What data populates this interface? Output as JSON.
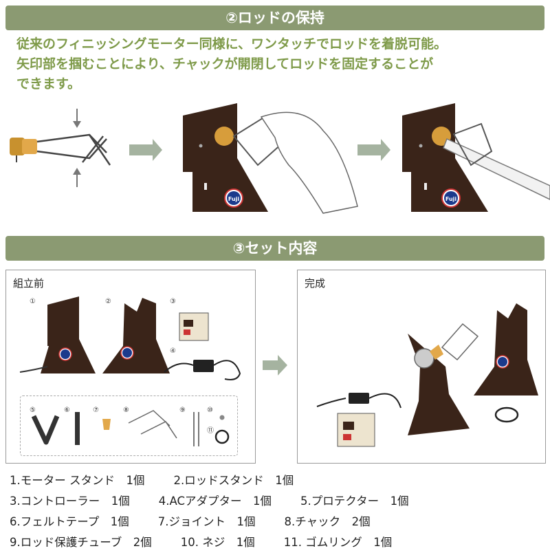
{
  "section2": {
    "title": "②ロッドの保持",
    "desc_lines": [
      "従来のフィニッシングモーター同様に、ワンタッチでロッドを着脱可能。",
      "矢印部を掴むことにより、チャックが開閉してロッドを固定することが",
      "できます。"
    ]
  },
  "section3": {
    "title": "③セット内容",
    "before_label": "組立前",
    "after_label": "完成",
    "item_numbers": [
      "①",
      "②",
      "③",
      "④",
      "⑤",
      "⑥",
      "⑦",
      "⑧",
      "⑨",
      "⑩",
      "⑪"
    ]
  },
  "logo_text": "Fuji",
  "parts_list": [
    [
      "1.モーター スタンド　1個",
      "2.ロッドスタンド　1個"
    ],
    [
      "3.コントローラー　1個",
      "4.ACアダプター　1個",
      "5.プロテクター　1個"
    ],
    [
      "6.フェルトテープ　1個",
      "7.ジョイント　1個",
      "8.チャック　2個"
    ],
    [
      "9.ロッド保護チューブ　2個",
      "10. ネジ　1個",
      "11. ゴムリング　1個"
    ]
  ]
}
